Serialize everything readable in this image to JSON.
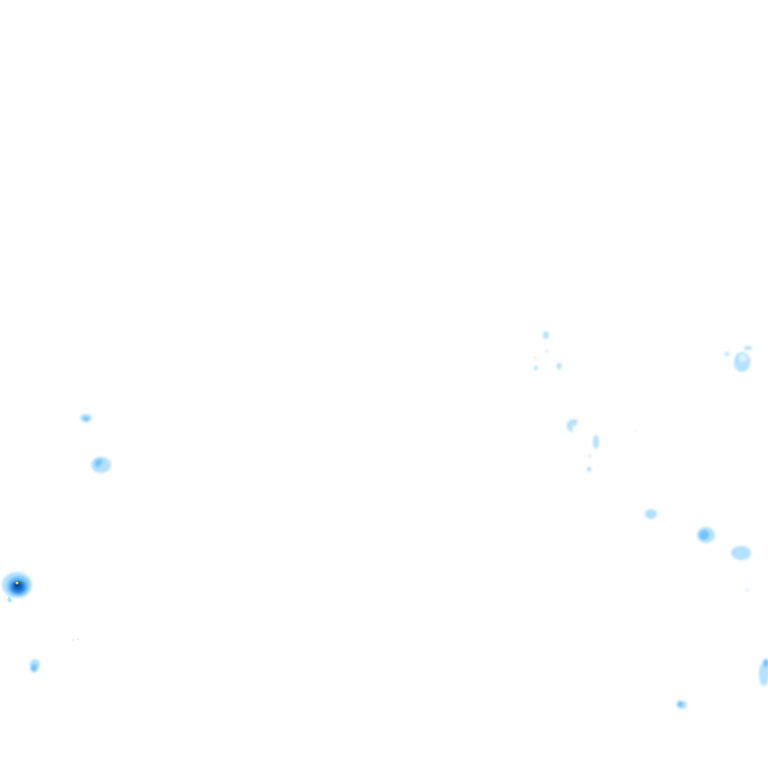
{
  "map": {
    "layer": "precipitation-radar-overlay",
    "background_color": "#ffffff",
    "intensity_colors": {
      "very_light": "#dff2ff",
      "light": "#b3e1ff",
      "moderate": "#6fc3ff",
      "heavy": "#2f8be6",
      "very_heavy": "#0f5fc4",
      "extreme": "#0a3a8a",
      "peak": "#f2d21a"
    },
    "cells": [
      {
        "name": "cell-left-strong",
        "intensity": "extreme"
      },
      {
        "name": "cell-left-small-1",
        "intensity": "light"
      },
      {
        "name": "cell-left-small-2",
        "intensity": "light"
      },
      {
        "name": "cell-left-bottom",
        "intensity": "moderate"
      },
      {
        "name": "cell-right-cluster",
        "intensity": "light"
      },
      {
        "name": "cell-right-bottom",
        "intensity": "moderate"
      }
    ]
  }
}
